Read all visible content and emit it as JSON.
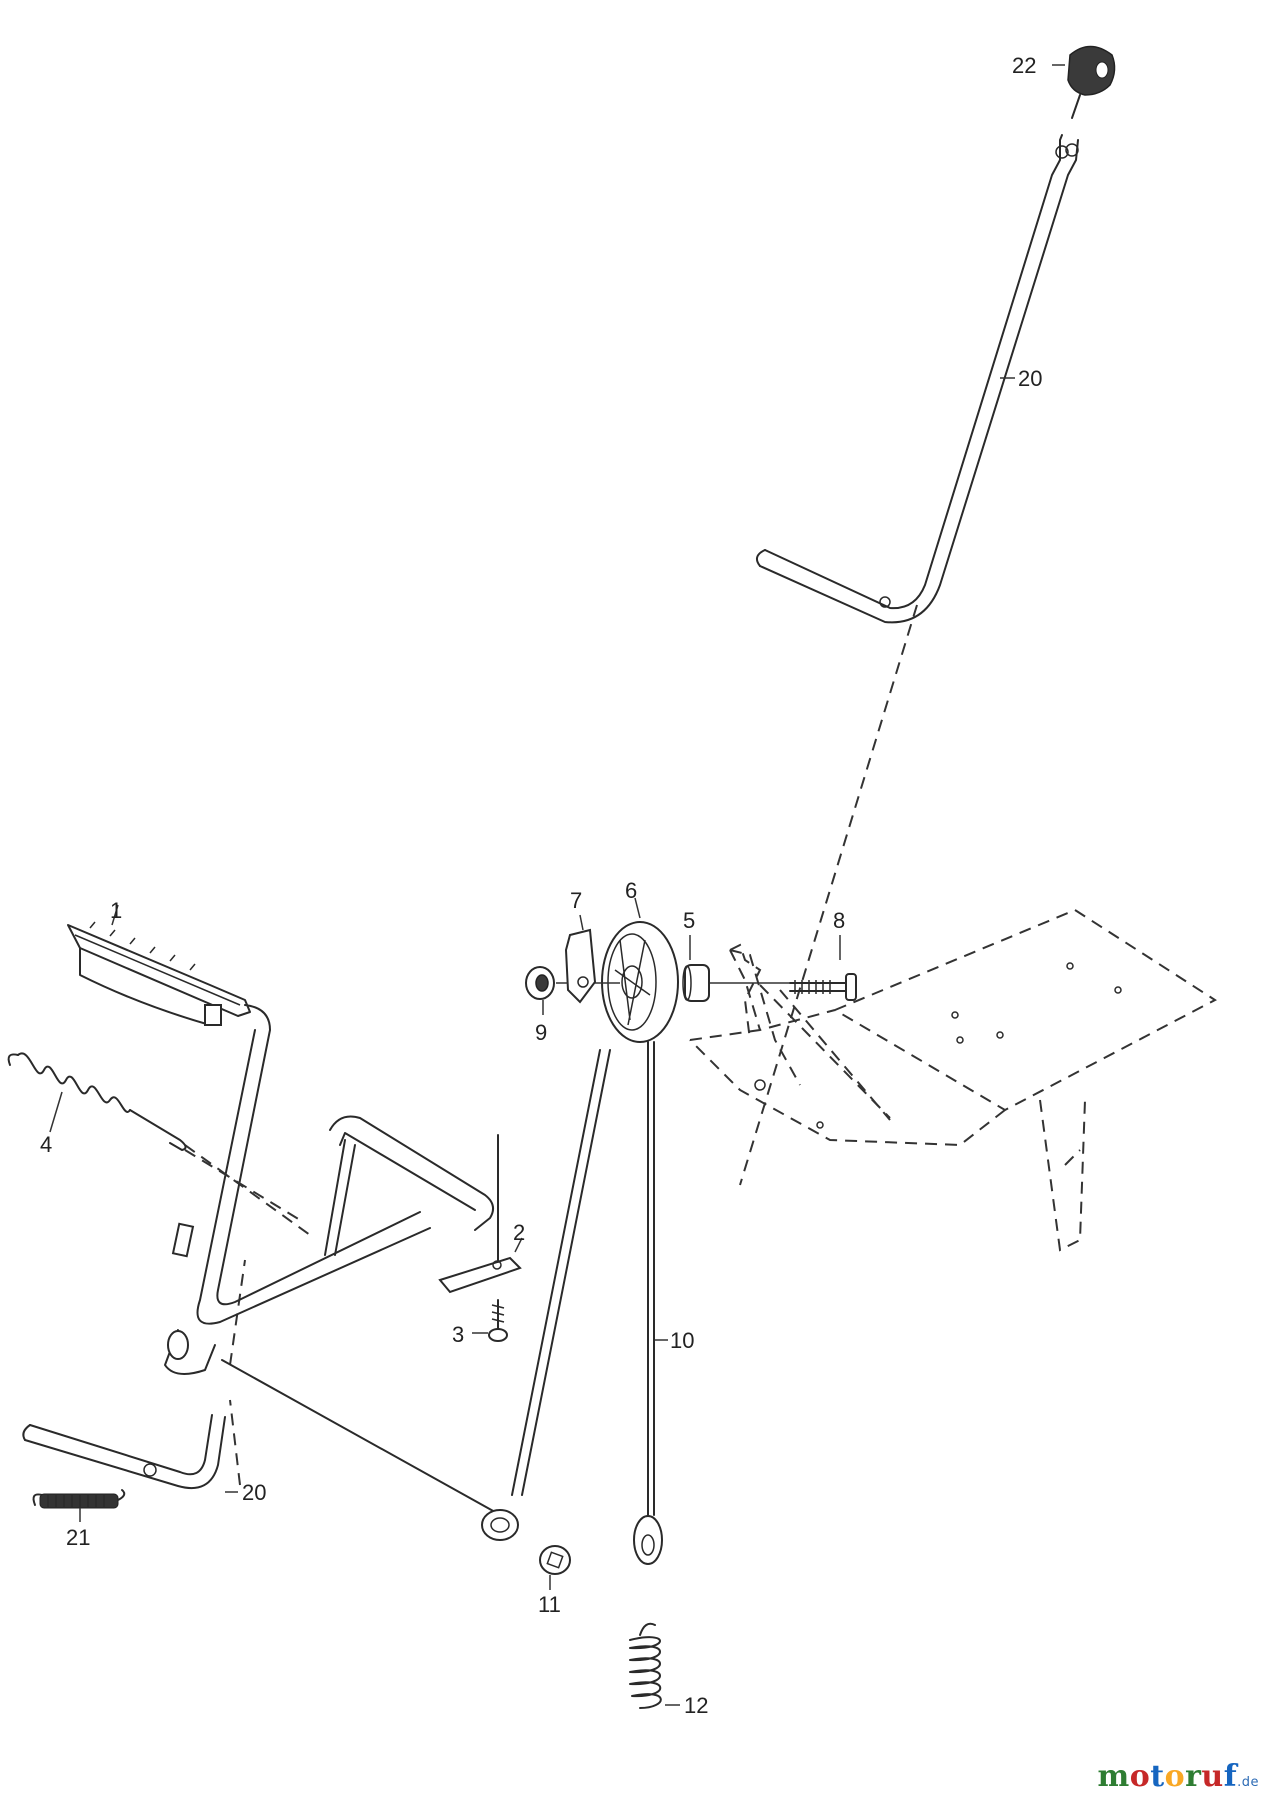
{
  "callouts": {
    "c1": "1",
    "c2": "2",
    "c3": "3",
    "c4": "4",
    "c5": "5",
    "c6": "6",
    "c7": "7",
    "c8": "8",
    "c9": "9",
    "c10": "10",
    "c11": "11",
    "c12": "12",
    "c20a": "20",
    "c20b": "20",
    "c21": "21",
    "c22": "22"
  },
  "watermark": {
    "letters": [
      {
        "ch": "m",
        "color": "#2e7d32"
      },
      {
        "ch": "o",
        "color": "#c62828"
      },
      {
        "ch": "t",
        "color": "#1565c0"
      },
      {
        "ch": "o",
        "color": "#f9a825"
      },
      {
        "ch": "r",
        "color": "#2e7d32"
      },
      {
        "ch": "u",
        "color": "#c62828"
      },
      {
        "ch": "f",
        "color": "#1565c0"
      }
    ],
    "suffix": ".de"
  }
}
